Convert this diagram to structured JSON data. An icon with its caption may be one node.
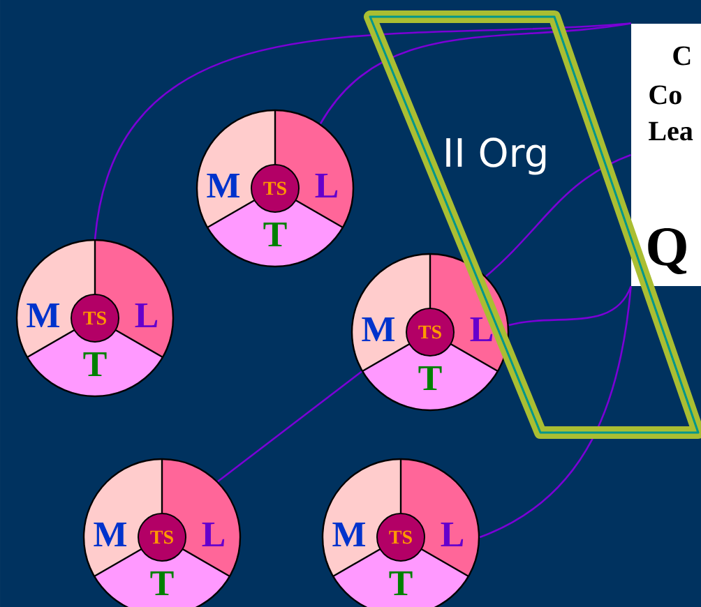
{
  "diagram": {
    "nodes": [
      {
        "text": [
          "M",
          "TS",
          "L",
          "T"
        ]
      },
      {
        "text": [
          "C",
          "Co",
          "Lea",
          "Q"
        ]
      },
      {
        "text": [
          "M",
          "TS",
          "L",
          "T"
        ]
      },
      {
        "text": [
          "M",
          "TS",
          "L",
          "T"
        ]
      },
      {
        "text": [
          "M",
          "TS",
          "L",
          "T"
        ]
      },
      {
        "text": [
          "M",
          "TS",
          "L",
          "T"
        ]
      }
    ],
    "edges": [
      {
        "from": 2,
        "to": 1,
        "arrow": "none"
      },
      {
        "from": 0,
        "to": 1,
        "arrow": "none"
      },
      {
        "from": 4,
        "to": 3,
        "arrow": "none"
      },
      {
        "from": 3,
        "to": 1,
        "arrow": "none"
      },
      {
        "from": 3,
        "to": 1,
        "arrow": "none"
      },
      {
        "from": 5,
        "to": 1,
        "arrow": "none"
      }
    ],
    "labels": [
      "II Org"
    ]
  }
}
